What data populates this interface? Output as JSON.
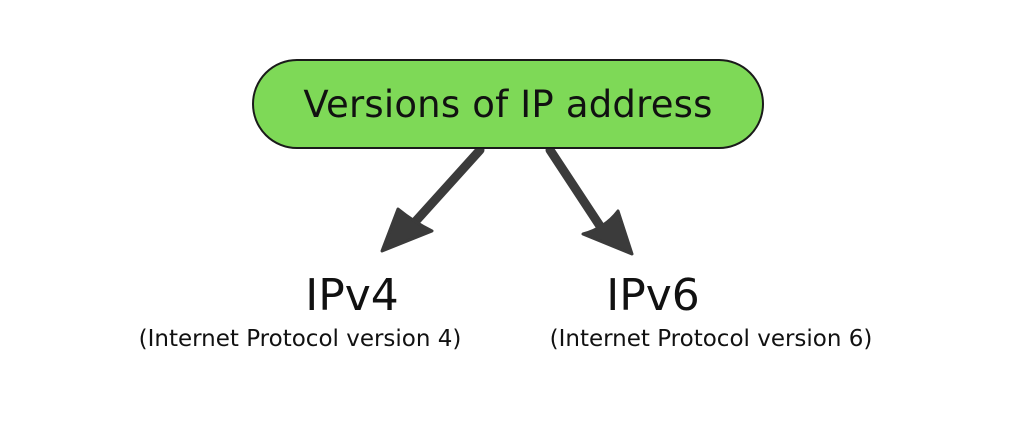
{
  "colors": {
    "root_fill": "#7ed957",
    "root_border": "#1a1a1a",
    "arrow": "#3b3b3b",
    "text": "#111111",
    "background": "#ffffff"
  },
  "root": {
    "label": "Versions of IP address"
  },
  "children": [
    {
      "title": "IPv4",
      "subtitle": "(Internet Protocol version 4)"
    },
    {
      "title": "IPv6",
      "subtitle": "(Internet Protocol version 6)"
    }
  ]
}
